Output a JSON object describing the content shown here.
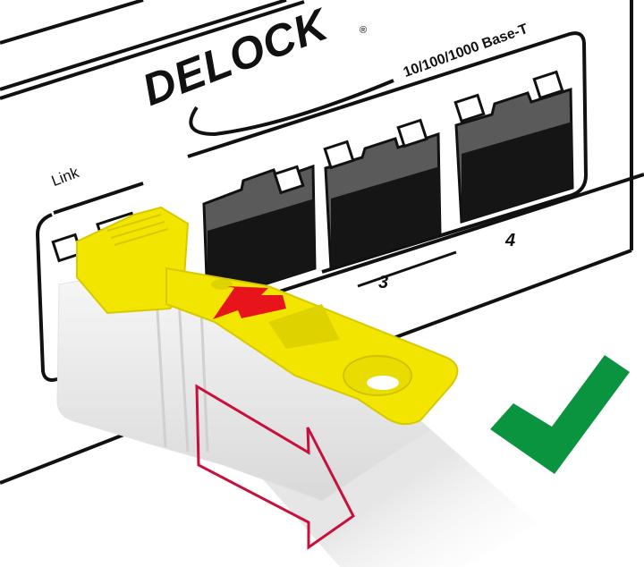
{
  "illustration": {
    "brand": {
      "name": "DELOCK",
      "registered_mark": "®"
    },
    "panel": {
      "speed_label": "10/100/1000 Base-T",
      "link_label": "Link",
      "ports": [
        {
          "number": "",
          "state": "locked"
        },
        {
          "number": "",
          "state": "open"
        },
        {
          "number": "3",
          "state": "open"
        },
        {
          "number": "4",
          "state": "open"
        }
      ]
    },
    "accessories": {
      "lock_color": "#f2e600",
      "cable_color": "#eeeeee",
      "push_arrow_color": "#e8141c",
      "pull_arrow_color": "#c8103c"
    },
    "status": {
      "icon": "check-mark-icon",
      "meaning": "correct",
      "color": "#0a9440"
    }
  }
}
